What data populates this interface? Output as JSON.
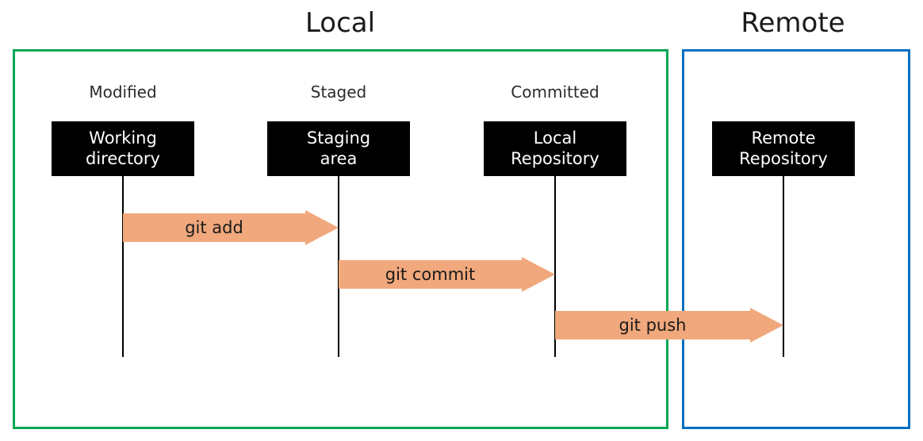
{
  "diagram": {
    "title_hidden": "Git workflow: local and remote areas",
    "colors": {
      "local_border": "#00a651",
      "remote_border": "#0070c0",
      "arrow_fill": "#f0a87c",
      "box_fill": "#000000",
      "box_text": "#ffffff",
      "line": "#000000"
    }
  },
  "zones": [
    {
      "id": "local",
      "title": "Local"
    },
    {
      "id": "remote",
      "title": "Remote"
    }
  ],
  "stages": [
    {
      "id": "modified",
      "label": "Modified"
    },
    {
      "id": "staged",
      "label": "Staged"
    },
    {
      "id": "committed",
      "label": "Committed"
    }
  ],
  "nodes": [
    {
      "id": "working-directory",
      "line1": "Working",
      "line2": "directory"
    },
    {
      "id": "staging-area",
      "line1": "Staging",
      "line2": "area"
    },
    {
      "id": "local-repository",
      "line1": "Local",
      "line2": "Repository"
    },
    {
      "id": "remote-repository",
      "line1": "Remote",
      "line2": "Repository"
    }
  ],
  "arrows": [
    {
      "id": "git-add",
      "label": "git add"
    },
    {
      "id": "git-commit",
      "label": "git commit"
    },
    {
      "id": "git-push",
      "label": "git push"
    }
  ]
}
